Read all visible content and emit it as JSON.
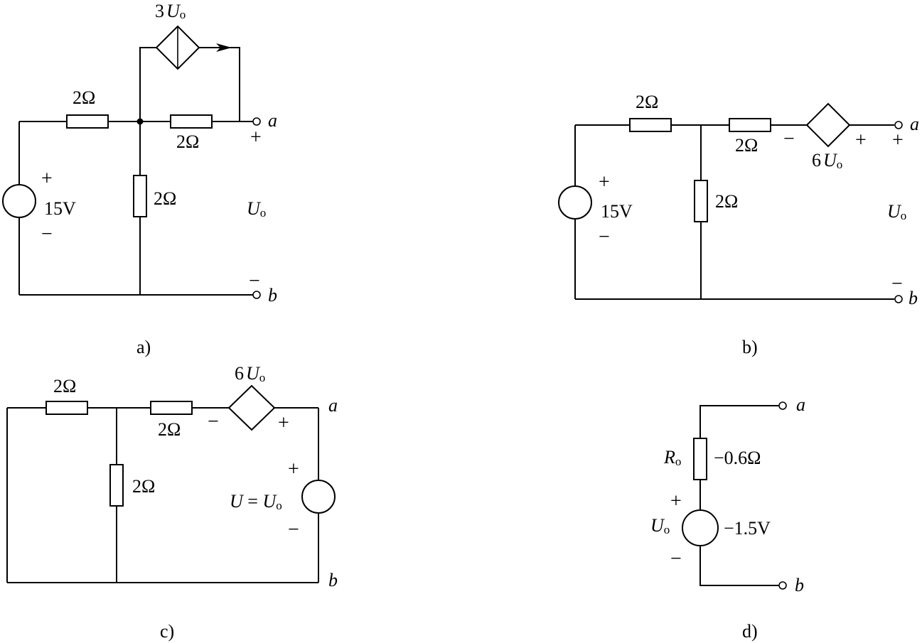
{
  "captions": {
    "a": "a)",
    "b": "b)",
    "c": "c)",
    "d": "d)"
  },
  "terminals": {
    "a": "a",
    "b": "b"
  },
  "signs": {
    "plus": "+",
    "minus": "−"
  },
  "circuit_a": {
    "source_value": "15V",
    "r_top_left": "2Ω",
    "r_top_right": "2Ω",
    "r_middle": "2Ω",
    "dep_coef": "3",
    "dep_var": "U",
    "dep_sub": "o",
    "out_var": "U",
    "out_sub": "o"
  },
  "circuit_b": {
    "source_value": "15V",
    "r_top_left": "2Ω",
    "r_top_right": "2Ω",
    "r_middle": "2Ω",
    "dep_coef": "6",
    "dep_var": "U",
    "dep_sub": "o",
    "out_var": "U",
    "out_sub": "o"
  },
  "circuit_c": {
    "r_top_left": "2Ω",
    "r_top_right": "2Ω",
    "r_middle": "2Ω",
    "dep_coef": "6",
    "dep_var": "U",
    "dep_sub": "o",
    "src_lhs": "U",
    "src_eq": " = ",
    "src_var": "U",
    "src_sub": "o"
  },
  "circuit_d": {
    "r_var": "R",
    "r_sub": "o",
    "r_value": "−0.6Ω",
    "v_var": "U",
    "v_sub": "o",
    "v_value": "−1.5V"
  }
}
